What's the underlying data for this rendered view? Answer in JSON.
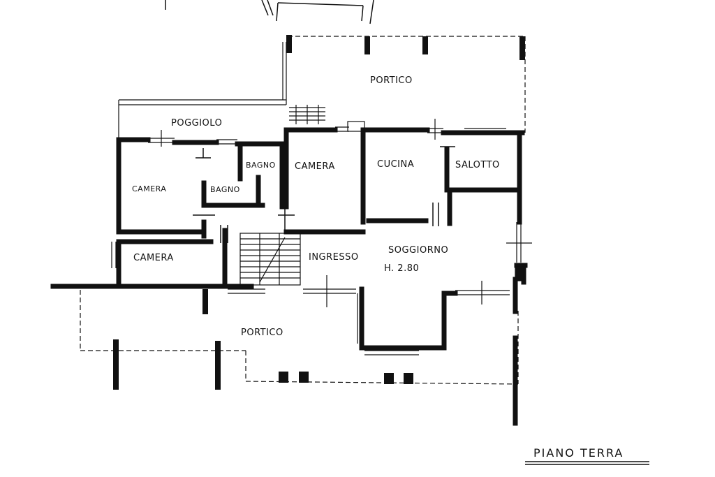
{
  "plan": {
    "title": "PIANO TERRA",
    "rooms": {
      "portico_top": "PORTICO",
      "poggiolo": "POGGIOLO",
      "camera_1": "CAMERA",
      "bagno_1": "BAGNO",
      "bagno_2": "BAGNO",
      "camera_2": "CAMERA",
      "cucina": "CUCINA",
      "salotto": "SALOTTO",
      "camera_3": "CAMERA",
      "ingresso": "INGRESSO",
      "soggiorno": "SOGGIORNO",
      "portico_bottom": "PORTICO"
    },
    "height_note": "H. 2.80"
  },
  "colors": {
    "ink": "#111111",
    "paper": "#ffffff"
  }
}
